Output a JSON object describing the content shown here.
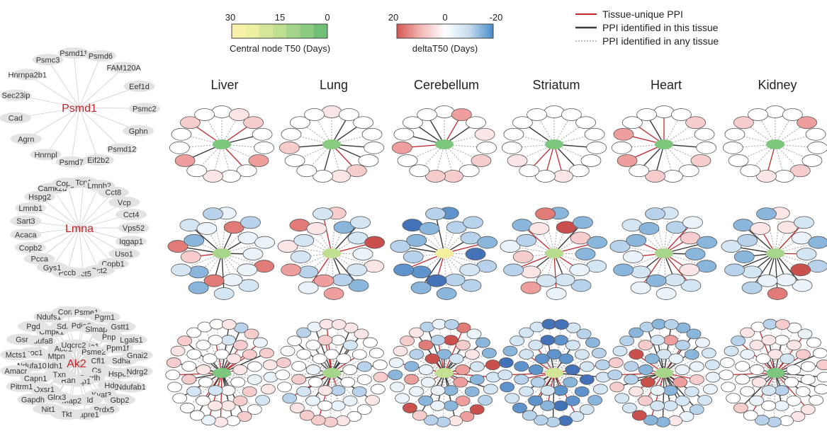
{
  "legend": {
    "central_colorbar": {
      "title": "Central node T50 (Days)",
      "ticks": [
        "30",
        "15",
        "0"
      ],
      "gradient": [
        "#f7f1a9",
        "#ecf0a1",
        "#d6e69a",
        "#bede90",
        "#a4d489",
        "#8cca81",
        "#6fbf78"
      ]
    },
    "delta_colorbar": {
      "title": "deltaT50 (Days)",
      "ticks": [
        "20",
        "0",
        "-20"
      ],
      "gradient": [
        "#d6544f",
        "#f2b8b5",
        "#ffffff",
        "#c6dcee",
        "#4a8ccb"
      ]
    },
    "line_legend": [
      {
        "label": "Tissue-unique PPI",
        "style": "red"
      },
      {
        "label": "PPI identified in this tissue",
        "style": "dark"
      },
      {
        "label": "PPI identified in any tissue",
        "style": "dotted"
      }
    ]
  },
  "tissues": [
    "Liver",
    "Lung",
    "Cerebellum",
    "Striatum",
    "Heart",
    "Kidney"
  ],
  "colors": {
    "red_edge": "#c0272d",
    "dark_edge": "#3a3a3a",
    "dotted_edge": "#9a9a9a",
    "node_stroke": "#555555",
    "label_node": "#e3e3e3",
    "hub_text": "#c0272d"
  },
  "networks": [
    {
      "hub": "Psmd1",
      "center_colors": [
        "#7cc67d",
        "#8acb82",
        "#7cc67d",
        "#7cc67d",
        "#7cc67d",
        "#7cc67d"
      ],
      "labels": [
        "Eef1d",
        "Psmc2",
        "Gphn",
        "Psmd12",
        "Eif2b2",
        "Psmd7",
        "Hnrnpl",
        "Agrn",
        "Cad",
        "Sec23ip",
        "Hnrnpa2b1",
        "Psmc3",
        "Psmd11",
        "Psmd6",
        "FAM120A"
      ]
    },
    {
      "hub": "Lmna",
      "center_colors": [
        "#a6d68a",
        "#c0df90",
        "#f4ef9f",
        "#b8dc8e",
        "#a6d68a",
        "#a6d68a"
      ],
      "labels": [
        "Vcp",
        "Cct4",
        "Vps52",
        "Iqgap1",
        "Uso1",
        "Copb1",
        "Cct2",
        "Cct5",
        "Pccb",
        "Gys1",
        "Pcca",
        "Copb2",
        "Acaca",
        "Sart3",
        "Lmnb1",
        "Hspg2",
        "Camk2d",
        "Copg2",
        "Tcp1",
        "Lmnb2",
        "Cct8"
      ]
    },
    {
      "hub": "Ak2",
      "center_colors": [
        "#7cc67d",
        "#a6d68a",
        "#c4e193",
        "#d2e597",
        "#a6d68a",
        "#7cc67d"
      ],
      "labels": [
        "Aldh6a1",
        "Psme2",
        "Cfl1",
        "Cs",
        "Sardh",
        "Pdap1",
        "Ran",
        "Txn",
        "Idh1",
        "Mtpn",
        "Aco1",
        "Uqcrc2",
        "Pnp",
        "Ppm1f",
        "Sdha",
        "Hspe1",
        "Hdgf",
        "Kyat3",
        "Dld",
        "Map2",
        "Glrx3",
        "Oxsr1",
        "Capn1",
        "Ndufa10",
        "Isoc1",
        "Ndufa8",
        "Cmpk1",
        "Sdhb",
        "Pdia3",
        "Slmap",
        "Lgals1",
        "Gnai2",
        "Ndrg2",
        "Ndufab1",
        "Gbp2",
        "Prdx5",
        "Mapre1",
        "Tkt",
        "Nit1",
        "Gapdh",
        "Pitrm1",
        "Amacr",
        "Mcts1",
        "Gsr",
        "Pgd",
        "Ndufs1",
        "Comt",
        "Psme1",
        "Pgm1",
        "Gstt1"
      ]
    }
  ]
}
